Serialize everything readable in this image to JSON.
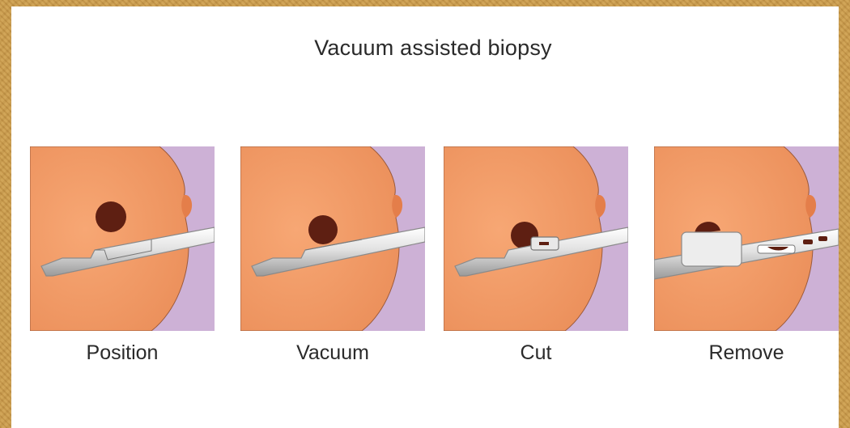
{
  "title": "Vacuum assisted biopsy",
  "steps": [
    {
      "label": "Position"
    },
    {
      "label": "Vacuum"
    },
    {
      "label": "Cut"
    },
    {
      "label": "Remove"
    }
  ],
  "colors": {
    "skin": "#f29a64",
    "background_panel": "#cdb1d6",
    "lesion": "#5e1f12",
    "needle": "#dcdcdc",
    "frame": "#c99a4c"
  }
}
